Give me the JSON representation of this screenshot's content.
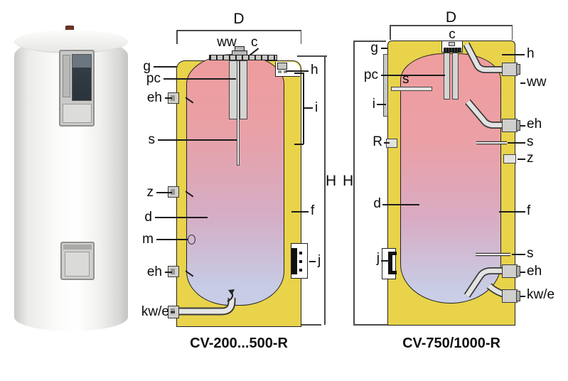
{
  "figure": {
    "type": "technical diagram of hot water storage cylinders",
    "colors": {
      "insulation_yellow": "#e8d34b",
      "vessel_hot_top": "#ee9c9c",
      "vessel_cold_bottom": "#c7cbe5",
      "outline": "#222222"
    }
  },
  "cv200": {
    "caption": "CV-200...500-R",
    "dim_d": "D",
    "dim_h": "H",
    "labels": {
      "ww": "ww",
      "c": "c",
      "g": "g",
      "pc": "pc",
      "eh_upper": "eh",
      "s": "s",
      "z": "z",
      "d": "d",
      "m": "m",
      "eh_lower": "eh",
      "kwe": "kw/e",
      "h": "h",
      "i": "i",
      "f": "f",
      "j": "j"
    }
  },
  "cv750": {
    "caption": "CV-750/1000-R",
    "dim_d": "D",
    "dim_h": "H",
    "labels": {
      "c": "c",
      "g": "g",
      "pc": "pc",
      "s_top": "s",
      "i": "i",
      "r": "R",
      "d": "d",
      "j": "j",
      "h": "h",
      "ww": "ww",
      "eh_upper": "eh",
      "s_upper": "s",
      "z": "z",
      "f": "f",
      "s_lower": "s",
      "eh_lower": "eh",
      "kwe": "kw/e"
    }
  }
}
